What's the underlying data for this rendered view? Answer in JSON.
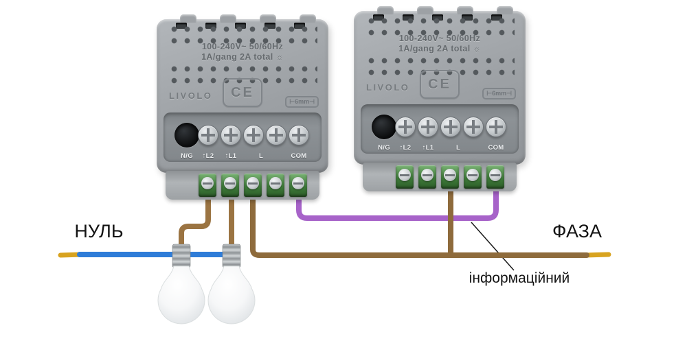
{
  "diagram": {
    "labels": {
      "neutral": "НУЛЬ",
      "phase": "ФАЗА",
      "info_wire": "інформаційний"
    },
    "wire_colors": {
      "neutral": "#2e7cd8",
      "load": "#8e6b3c",
      "load_light": "#9b7442",
      "info": "#a763c9",
      "bare_tip": "#d8a31f",
      "pointer": "#1a1a1a"
    }
  },
  "modules": {
    "left": {
      "brand": "LIVOLO",
      "cert_mark": "CE",
      "spec_line1": "100-240V~  50/60Hz",
      "spec_line2": "1A/gang 2A total",
      "spec_icon": "☼",
      "strip_gauge": "⊢6mm⊣",
      "terminals": [
        "N/G",
        "↑L2",
        "↑L1",
        "L",
        "COM"
      ]
    },
    "right": {
      "brand": "LIVOLO",
      "cert_mark": "CE",
      "spec_line1": "100-240V~  50/60Hz",
      "spec_line2": "1A/gang 2A total",
      "spec_icon": "☼",
      "strip_gauge": "⊢6mm⊣",
      "terminals": [
        "N/G",
        "↑L2",
        "↑L1",
        "L",
        "COM"
      ]
    }
  }
}
